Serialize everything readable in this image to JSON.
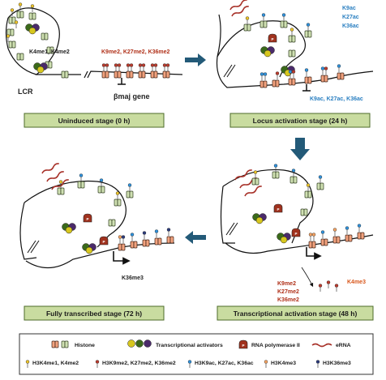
{
  "panels": {
    "p1": {
      "title": "Uninduced stage (0 h)",
      "lcr": "LCR",
      "marks_left": "K4me1, K4me2",
      "marks_right": "K9me2, K27me2, K36me2",
      "gene": "βmaj gene"
    },
    "p2": {
      "title": "Locus activation stage (24 h)",
      "ac_top": [
        "K9ac",
        "K27ac",
        "K36ac"
      ],
      "ac_bottom": "K9ac, K27ac, K36ac"
    },
    "p3": {
      "title": "Transcriptional activation stage (48 h)",
      "me2": [
        "K9me2",
        "K27me2",
        "K36me2"
      ],
      "k4me3": "K4me3"
    },
    "p4": {
      "title": "Fully transcribed stage (72 h)",
      "k36me3": "K36me3"
    }
  },
  "legend": {
    "row1": [
      "Histone",
      "Transcriptional activators",
      "RNA polymerase II",
      "eRNA"
    ],
    "row2": [
      "H3K4me1, K4me2",
      "H3K9me2, K27me2, K36me2",
      "H3K9ac, K27ac, K36ac",
      "H3K4me3",
      "H3K36me3"
    ]
  },
  "colors": {
    "box_fill": "#c9dca0",
    "box_border": "#4d6b2a",
    "arrow": "#235a78",
    "histone_green": "#cfe0b2",
    "histone_orange": "#f2a27e",
    "erna": "#a8322a",
    "me12": "#e8c028",
    "me2": "#b83a2c",
    "ac": "#2e8fd8",
    "k4me3": "#f0a060",
    "k36me3": "#2a3a7a"
  }
}
